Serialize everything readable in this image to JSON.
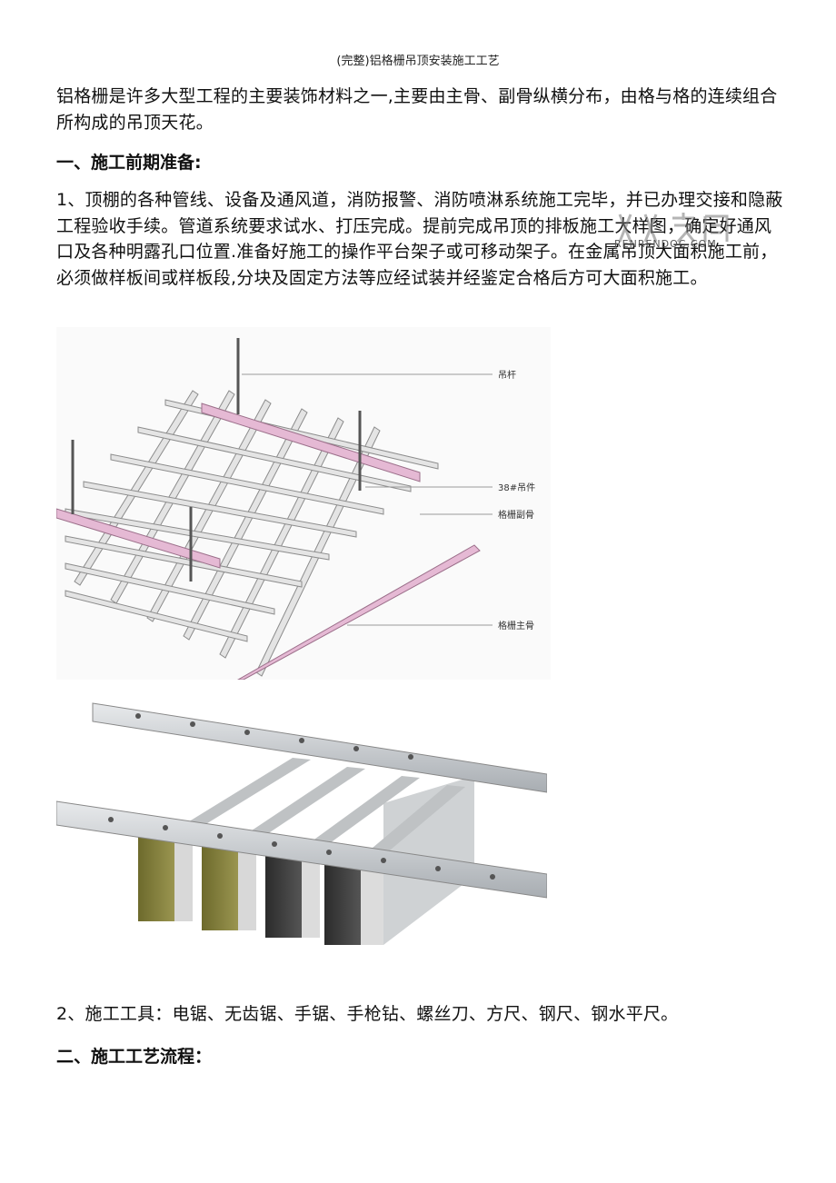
{
  "header": {
    "title": "(完整)铝格栅吊顶安装施工工艺"
  },
  "intro": "铝格栅是许多大型工程的主要装饰材料之一,主要由主骨、副骨纵横分布，由格与格的连续组合所构成的吊顶天花。",
  "section1": {
    "heading": "一、施工前期准备:",
    "item1": "1、顶棚的各种管线、设备及通风道，消防报警、消防喷淋系统施工完毕，并已办理交接和隐蔽工程验收手续。管道系统要求试水、打压完成。提前完成吊顶的排板施工大样图，确定好通风口及各种明露孔口位置.准备好施工的操作平台架子或可移动架子。在金属吊顶大面积施工前，必须做样板间或样板段,分块及固定方法等应经试装并经鉴定合格后方可大面积施工。",
    "item2": "2、施工工具：电锯、无齿锯、手锯、手枪钻、螺丝刀、方尺、钢尺、钢水平尺。"
  },
  "section2": {
    "heading": "二、施工工艺流程："
  },
  "diagram": {
    "label_rod": "吊杆",
    "label_hanger": "38#吊件",
    "label_sub": "格栅副骨",
    "label_main": "格栅主骨"
  },
  "watermark": {
    "text": "RENRENDOC.COM"
  }
}
